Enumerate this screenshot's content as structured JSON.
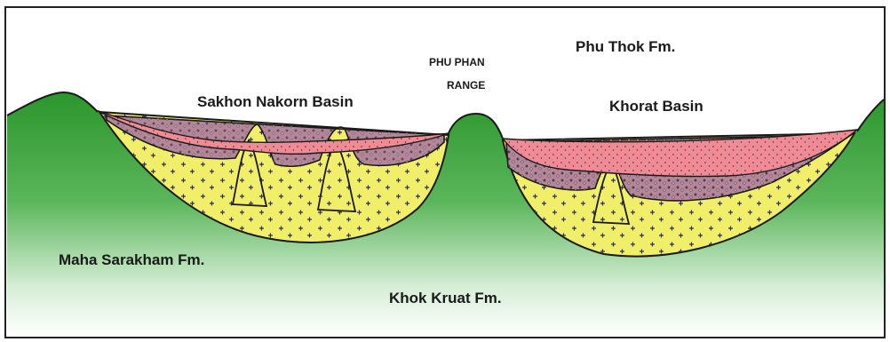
{
  "labels": {
    "phu_thok": "Phu Thok Fm.",
    "phu_phan_line1": "PHU PHAN",
    "phu_phan_line2": "RANGE",
    "sakhon_nakorn": "Sakhon Nakorn Basin",
    "khorat_basin": "Khorat Basin",
    "maha_sarakham": "Maha Sarakham Fm.",
    "khok_kruat": "Khok Kruat Fm."
  },
  "colors": {
    "ground_green": "#2e9b2e",
    "ground_light": "#eaf6ea",
    "phu_thok_pink": "#f08a94",
    "salt_yellow": "#f1ef6a",
    "clay_mauve": "#b5869a",
    "outline": "#1a1a1a"
  }
}
